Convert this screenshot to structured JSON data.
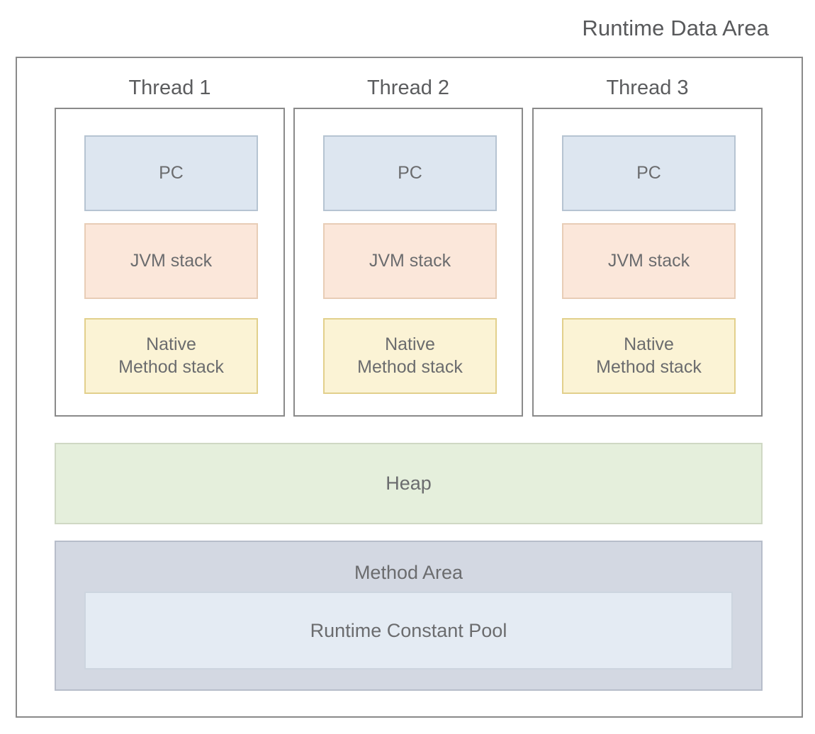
{
  "diagram": {
    "title": "Runtime Data Area",
    "title_color": "#58595b",
    "outline_color": "#8a8a8a",
    "threads": [
      {
        "label": "Thread 1",
        "blocks": [
          {
            "label": "PC",
            "fill": "#dde6f0",
            "border": "#b6c4d2"
          },
          {
            "label": "JVM stack",
            "fill": "#fbe7da",
            "border": "#e8cdb6"
          },
          {
            "label": "Native\nMethod stack",
            "line1": "Native",
            "line2": "Method stack",
            "fill": "#fbf3d5",
            "border": "#e2d08c"
          }
        ]
      },
      {
        "label": "Thread 2",
        "blocks": [
          {
            "label": "PC",
            "fill": "#dde6f0",
            "border": "#b6c4d2"
          },
          {
            "label": "JVM stack",
            "fill": "#fbe7da",
            "border": "#e8cdb6"
          },
          {
            "label": "Native\nMethod stack",
            "line1": "Native",
            "line2": "Method stack",
            "fill": "#fbf3d5",
            "border": "#e2d08c"
          }
        ]
      },
      {
        "label": "Thread 3",
        "blocks": [
          {
            "label": "PC",
            "fill": "#dde6f0",
            "border": "#b6c4d2"
          },
          {
            "label": "JVM stack",
            "fill": "#fbe7da",
            "border": "#e8cdb6"
          },
          {
            "label": "Native\nMethod stack",
            "line1": "Native",
            "line2": "Method stack",
            "fill": "#fbf3d5",
            "border": "#e2d08c"
          }
        ]
      }
    ],
    "heap": {
      "label": "Heap",
      "fill": "#e5efdc",
      "border": "#cfd8c4"
    },
    "method_area": {
      "label": "Method Area",
      "fill": "#d3d8e2",
      "border": "#b7bdca",
      "runtime_constant_pool": {
        "label": "Runtime Constant Pool",
        "fill": "#e4ebf3",
        "border": "#cdd5df"
      }
    }
  }
}
